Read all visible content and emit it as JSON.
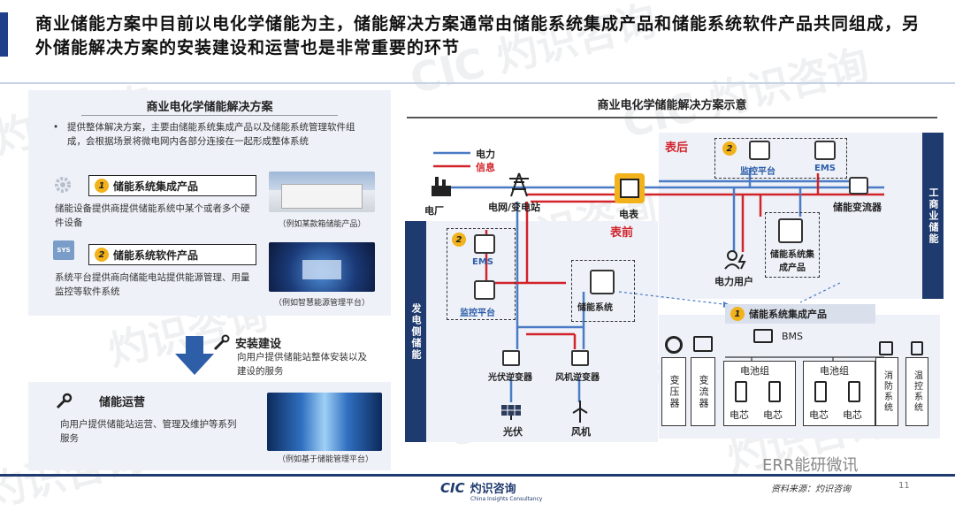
{
  "header": {
    "title": "商业储能方案中目前以电化学储能为主，储能解决方案通常由储能系统集成产品和储能系统软件产品共同组成，另外储能解决方案的安装建设和运营也是非常重要的环节"
  },
  "left": {
    "title": "商业电化学储能解决方案",
    "bullet": "提供整体解决方案，主要由储能系统集成产品以及储能系统管理软件组成，会根据场景将微电网内各部分连接在一起形成整体系统",
    "item1": {
      "num": "1",
      "label": "储能系统集成产品",
      "desc": "储能设备提供商提供储能系统中某个或者多个硬件设备",
      "caption": "（例如某款箱储能产品）"
    },
    "item2": {
      "num": "2",
      "label": "储能系统软件产品",
      "desc": "系统平台提供商向储能电站提供能源管理、用量监控等软件系统",
      "caption": "（例如智慧能源管理平台）"
    },
    "install": {
      "title": "安装建设",
      "desc": "向用户提供储能站整体安装以及建设的服务"
    },
    "ops": {
      "title": "储能运营",
      "desc": "向用户提供储能站运营、管理及维护等系列服务",
      "caption": "（例如基于储能管理平台）"
    },
    "sys_tag": "SYS"
  },
  "diagram": {
    "title": "商业电化学储能解决方案示意",
    "legend": {
      "power": "电力",
      "info": "信息"
    },
    "nodes": {
      "plant": "电厂",
      "grid": "电网/变电站",
      "meter": "电表",
      "front": "表前",
      "back": "表后",
      "user": "电力用户",
      "pv_inverter": "光伏逆变器",
      "wind_inverter": "风机逆变器",
      "pv": "光伏",
      "wind": "风机",
      "gen_side": "发电侧储能",
      "ci_side": "工商业储能",
      "ems": "EMS",
      "monitor": "监控平台",
      "ess": "储能系统",
      "ess_int": "储能系统集成产品",
      "converter": "储能变流器",
      "badge2": "2",
      "badge1": "1"
    },
    "detail": {
      "title": "储能系统集成产品",
      "bms": "BMS",
      "transformer": "变压器",
      "inverter": "变流器",
      "cluster1": "电池组",
      "cluster2": "电池组",
      "cell": "电芯",
      "fire": "消防系统",
      "thermal": "温控系统"
    }
  },
  "footer": {
    "source": "资料来源：灼识咨询",
    "page": "11",
    "logo_en": "CIC",
    "logo_cn": "灼识咨询",
    "logo_sub": "China Insights Consultancy",
    "wechat": "ERR能研微讯"
  },
  "colors": {
    "navy": "#1f3a6e",
    "power_line": "#4a7bc4",
    "info_line": "#d2232a",
    "badge": "#f2b21b"
  }
}
